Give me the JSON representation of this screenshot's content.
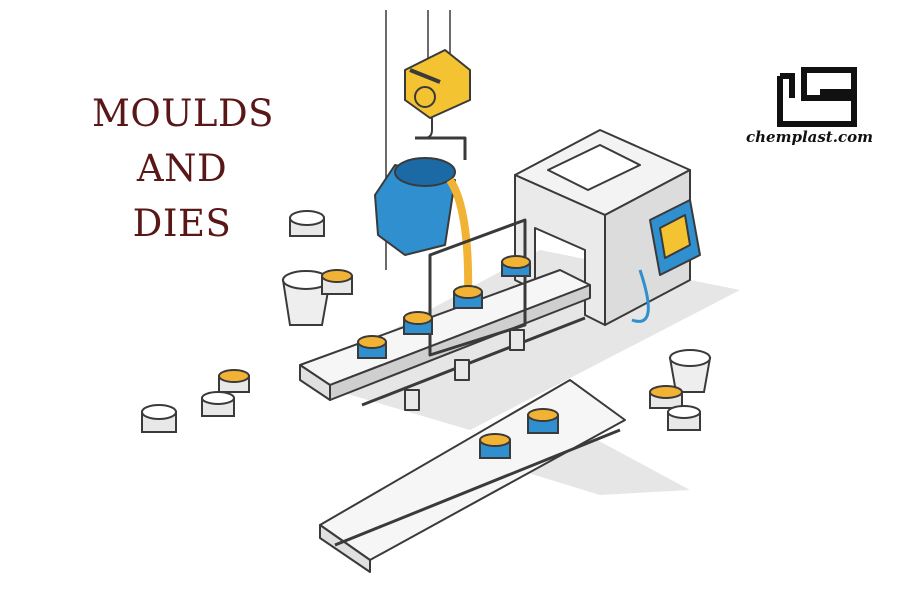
{
  "title": {
    "line1": "MOULDS",
    "line2": "AND",
    "line3": "DIES"
  },
  "logo": {
    "text": "chemplast.com"
  },
  "colors": {
    "title": "#5a1717",
    "accent_blue": "#2f8fcf",
    "molten": "#f2b233",
    "hoist_yellow": "#f3c331",
    "outline": "#3a3a3a"
  }
}
